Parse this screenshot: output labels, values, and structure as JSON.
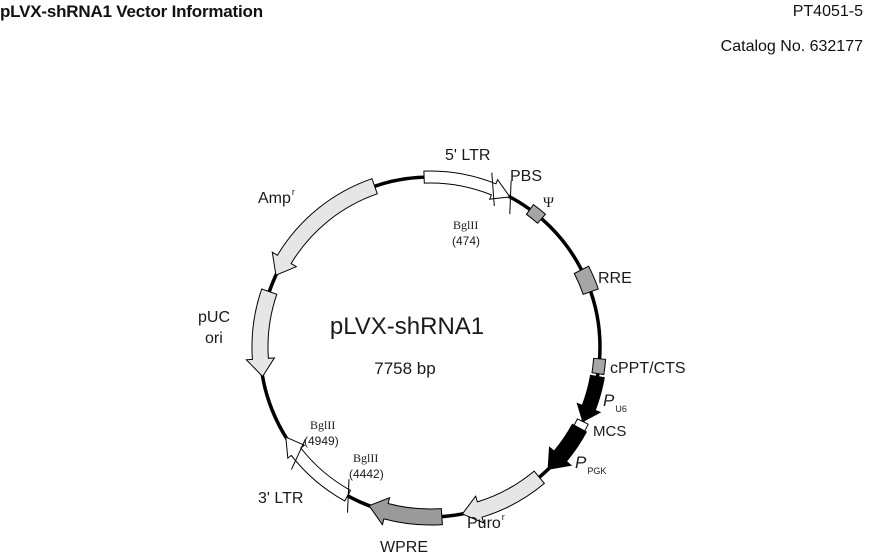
{
  "header": {
    "title": "pLVX-shRNA1 Vector Information",
    "doc_number": "PT4051-5",
    "catalog": "Catalog No. 632177"
  },
  "plasmid": {
    "name": "pLVX-shRNA1",
    "size": "7758 bp",
    "features": {
      "ltr5": "5' LTR",
      "pbs": "PBS",
      "psi": "Ψ",
      "rre": "RRE",
      "cppt": "cPPT/CTS",
      "pu6_p": "P",
      "pu6_sub": "U6",
      "mcs": "MCS",
      "ppgk_p": "P",
      "ppgk_sub": "PGK",
      "puro": "Puro",
      "puro_sup": "r",
      "wpre": "WPRE",
      "ltr3": "3' LTR",
      "puc": "pUC",
      "ori": "ori",
      "amp": "Amp",
      "amp_sup": "r"
    },
    "sites": [
      {
        "enzyme": "BglII",
        "position": "(474)"
      },
      {
        "enzyme": "BglII",
        "position": "(4949)"
      },
      {
        "enzyme": "BglII",
        "position": "(4442)"
      }
    ]
  },
  "colors": {
    "backbone": "#000000",
    "ltr": "#ffffff",
    "light_gray": "#e6e6e6",
    "mid_gray": "#a6a6a6",
    "wpre": "#9a9a9a",
    "promoter": "#000000"
  }
}
